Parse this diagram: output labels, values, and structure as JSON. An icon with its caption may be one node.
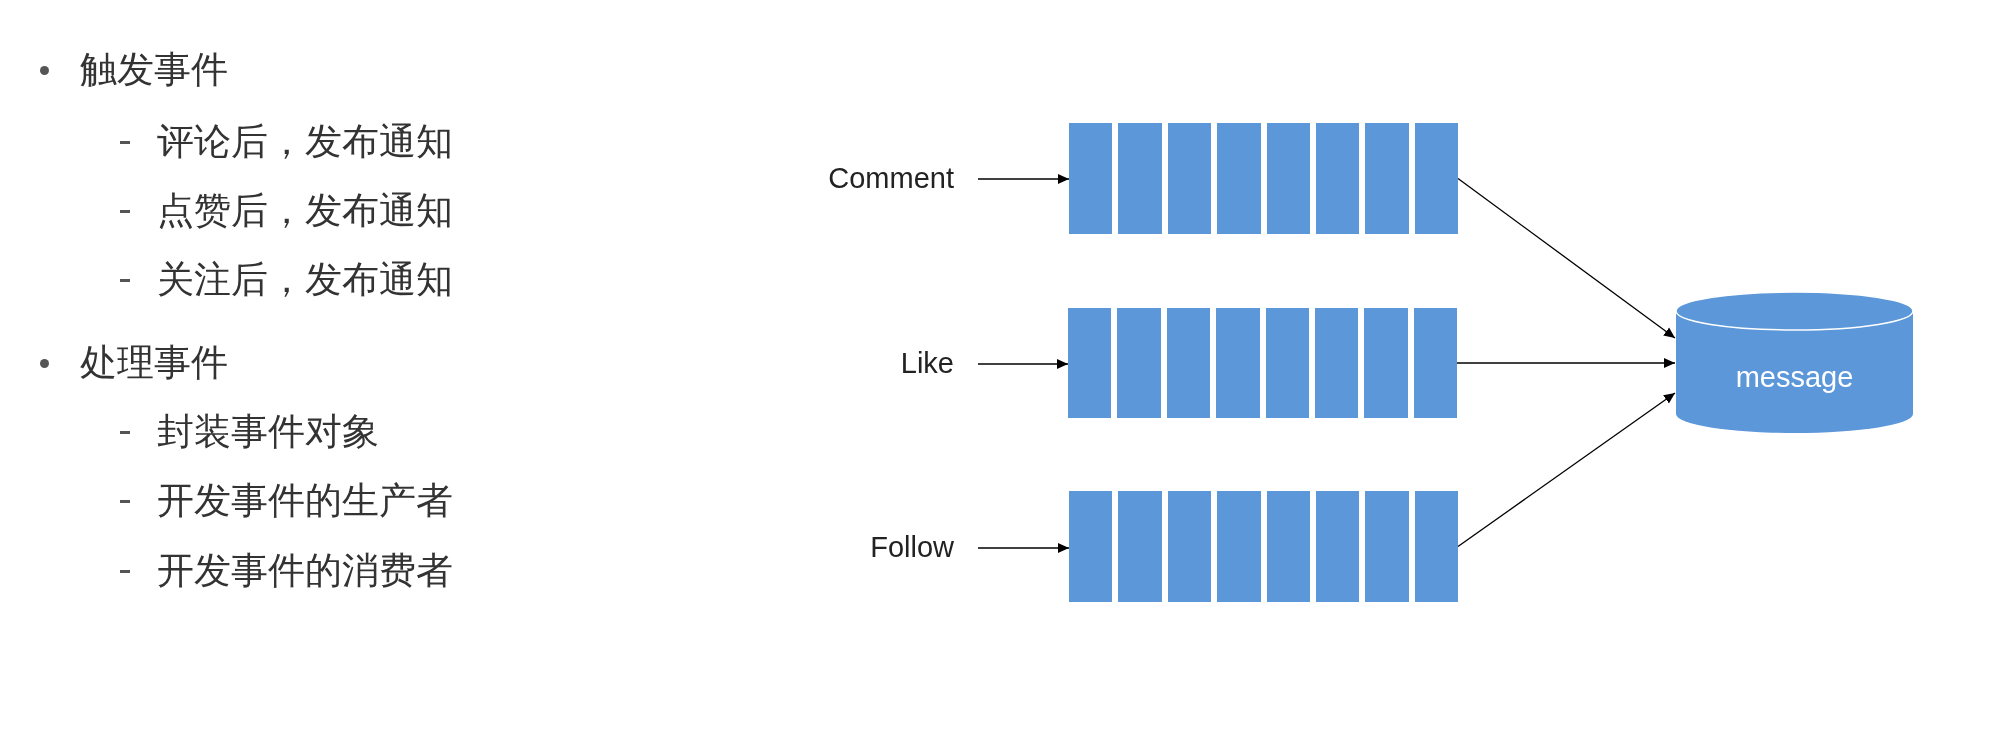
{
  "diagram": {
    "nodes": [
      {
        "text": [
          "Comment"
        ]
      },
      {
        "text": [
          "Like"
        ]
      },
      {
        "text": [
          "Follow"
        ]
      },
      {
        "text": [],
        "shape": "queue"
      },
      {
        "text": [],
        "shape": "queue"
      },
      {
        "text": [],
        "shape": "queue"
      },
      {
        "text": [
          "message"
        ]
      }
    ],
    "edges": [
      {
        "from": 0,
        "to": 3,
        "arrow": "to"
      },
      {
        "from": 1,
        "to": 4,
        "arrow": "to"
      },
      {
        "from": 2,
        "to": 5,
        "arrow": "to"
      },
      {
        "from": 3,
        "to": 6,
        "arrow": "to"
      },
      {
        "from": 4,
        "to": 6,
        "arrow": "to"
      },
      {
        "from": 5,
        "to": 6,
        "arrow": "to"
      }
    ],
    "labels": [
      "触发事件",
      "评论后，发布通知",
      "点赞后，发布通知",
      "关注后，发布通知",
      "处理事件",
      "封装事件对象",
      "开发事件的生产者",
      "开发事件的消费者"
    ]
  }
}
